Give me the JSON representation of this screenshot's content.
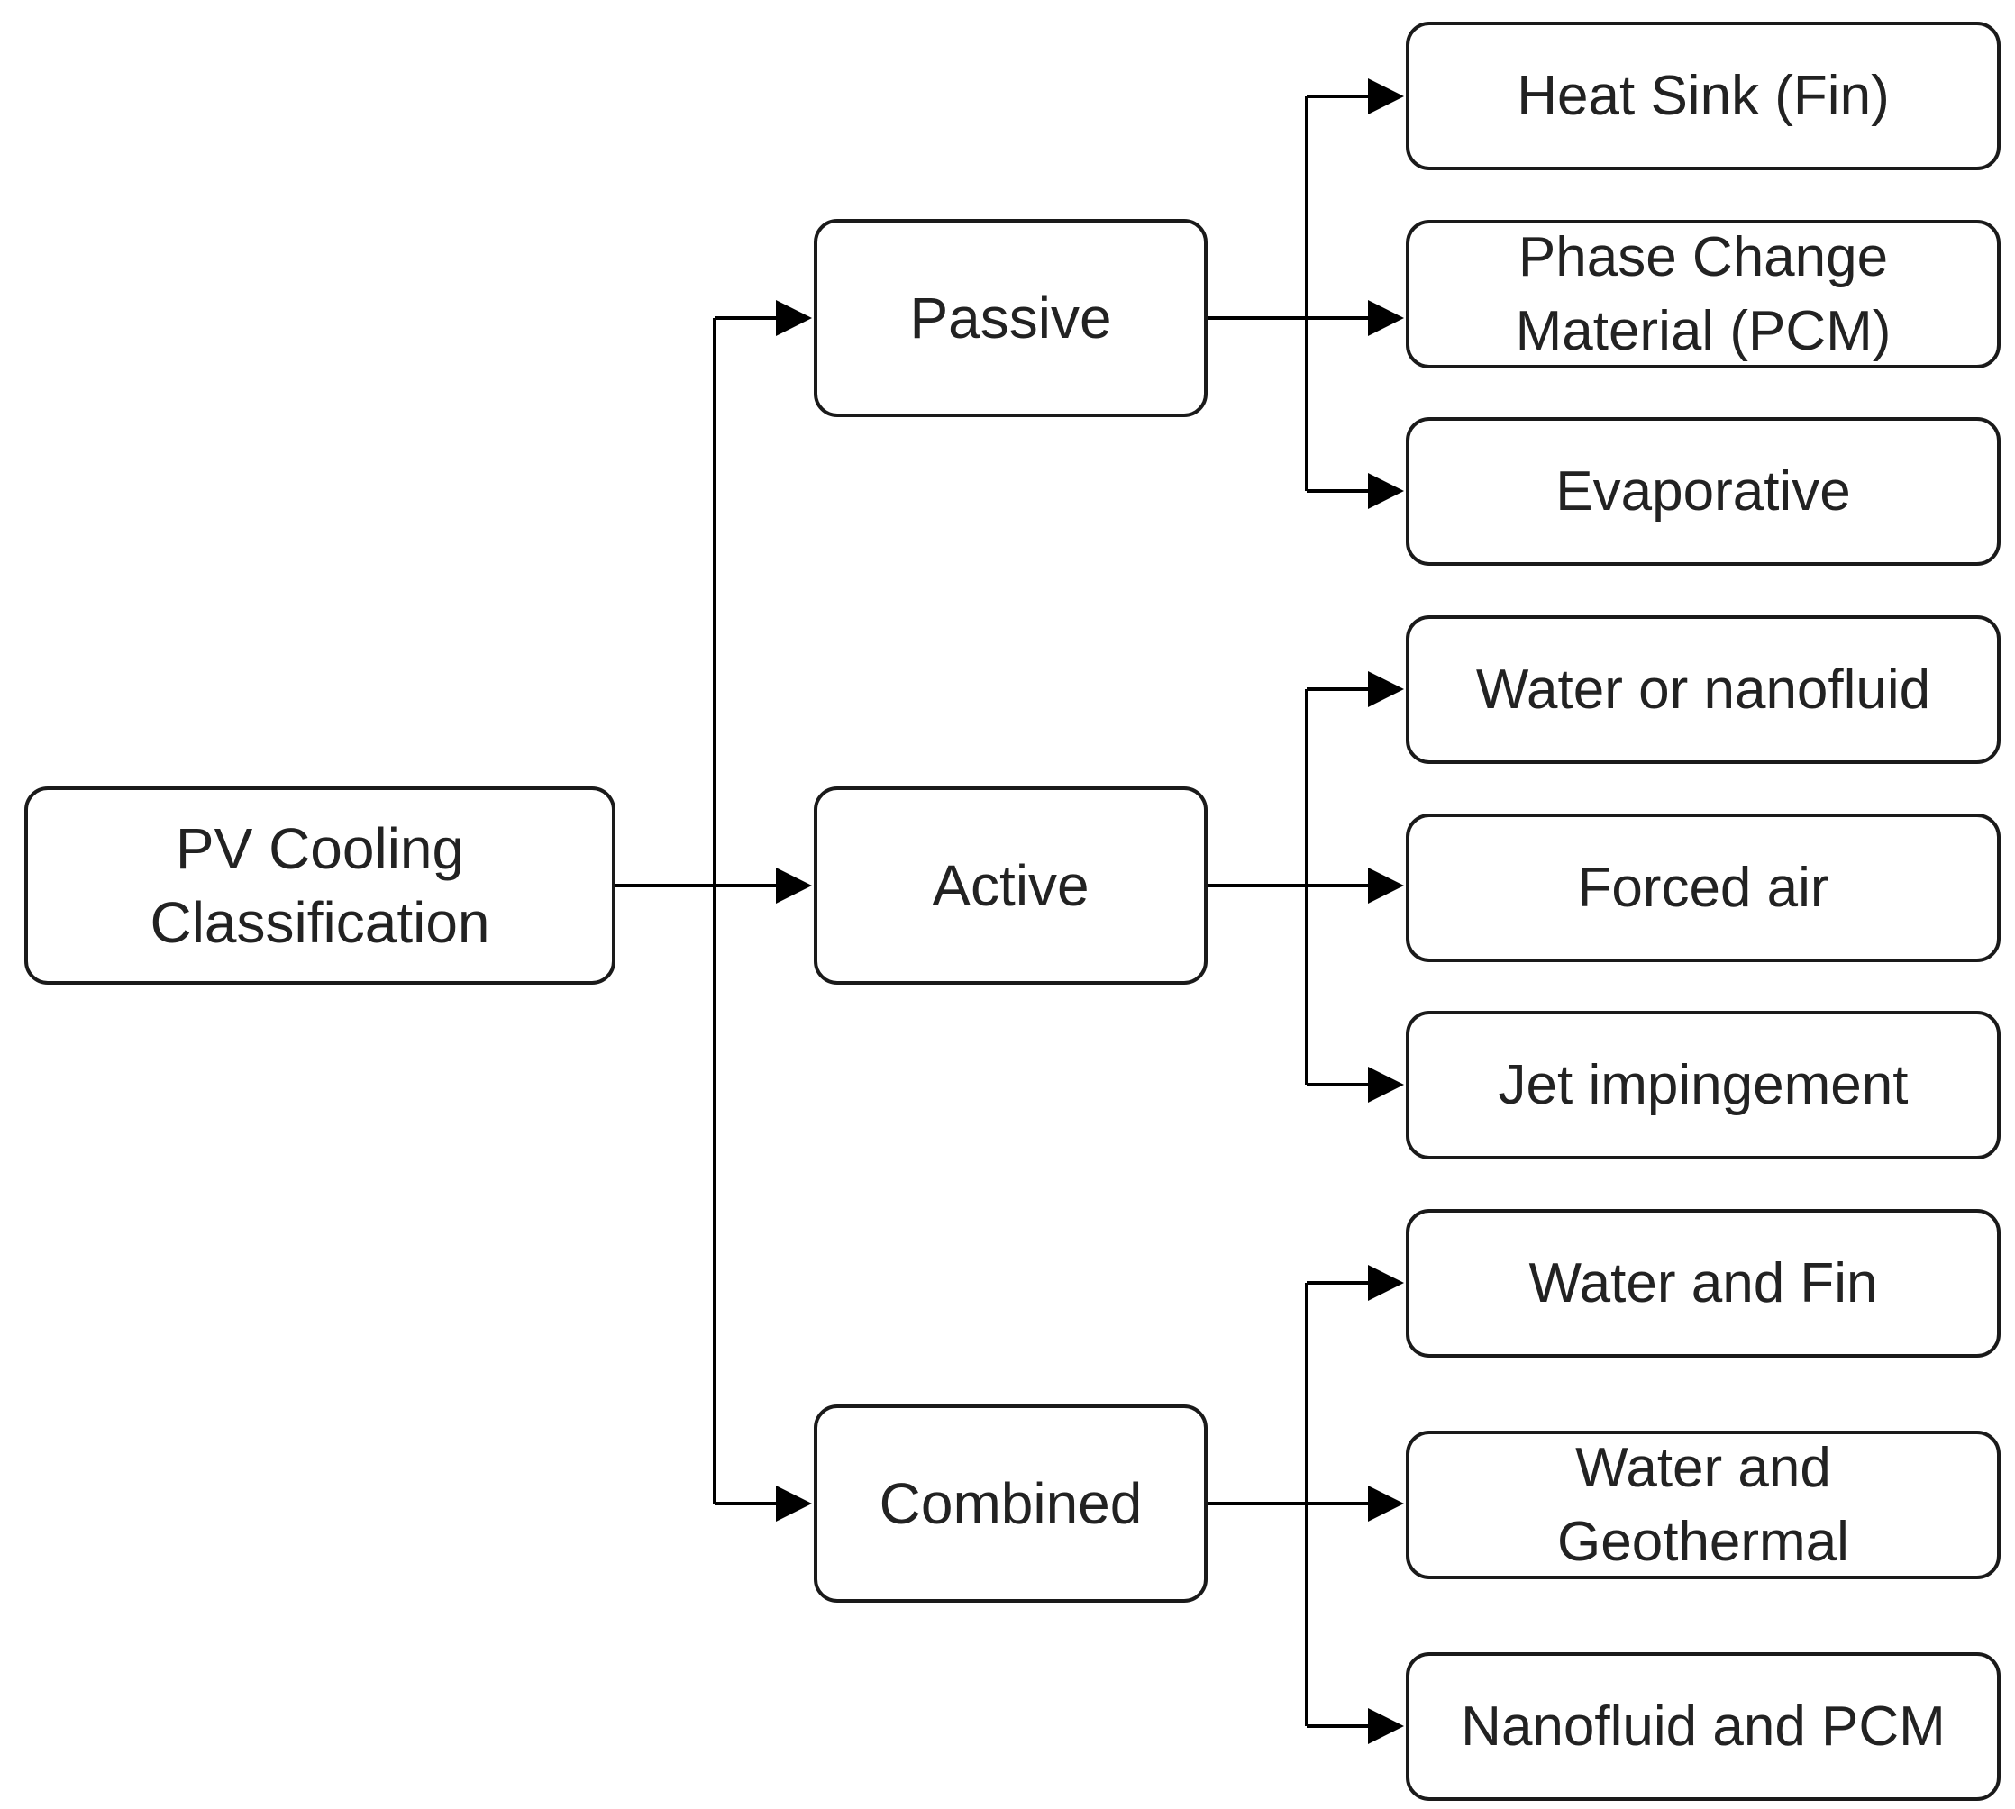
{
  "diagram": {
    "root": {
      "label": "PV Cooling\nClassification"
    },
    "categories": [
      {
        "id": "passive",
        "label": "Passive",
        "children": [
          "Heat Sink (Fin)",
          "Phase Change\nMaterial (PCM)",
          "Evaporative"
        ]
      },
      {
        "id": "active",
        "label": "Active",
        "children": [
          "Water  or nanofluid",
          "Forced air",
          "Jet impingement"
        ]
      },
      {
        "id": "combined",
        "label": "Combined",
        "children": [
          "Water and Fin",
          "Water and\nGeothermal",
          "Nanofluid and PCM"
        ]
      }
    ]
  }
}
